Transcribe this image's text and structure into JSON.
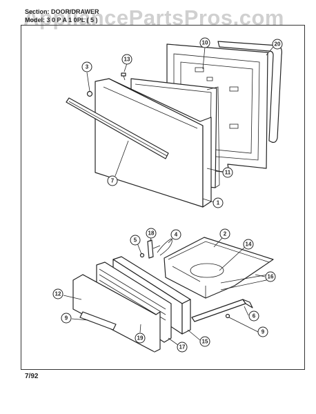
{
  "watermark": "AppliancePartsPros.com",
  "header": {
    "section_line": "Section: DOOR/DRAWER",
    "model_line": "Model: 3 0 P  A  1 0PL ( 5 )"
  },
  "footer": {
    "date": "7/92"
  },
  "callouts": {
    "c3": "3",
    "c13": "13",
    "c10": "10",
    "c20": "20",
    "c7": "7",
    "c11": "11",
    "c1": "1",
    "c18": "18",
    "c4": "4",
    "c5": "5",
    "c2": "2",
    "c14": "14",
    "c16": "16",
    "c12": "12",
    "c9a": "9",
    "c19": "19",
    "c17": "17",
    "c15": "15",
    "c6": "6",
    "c9b": "9"
  }
}
